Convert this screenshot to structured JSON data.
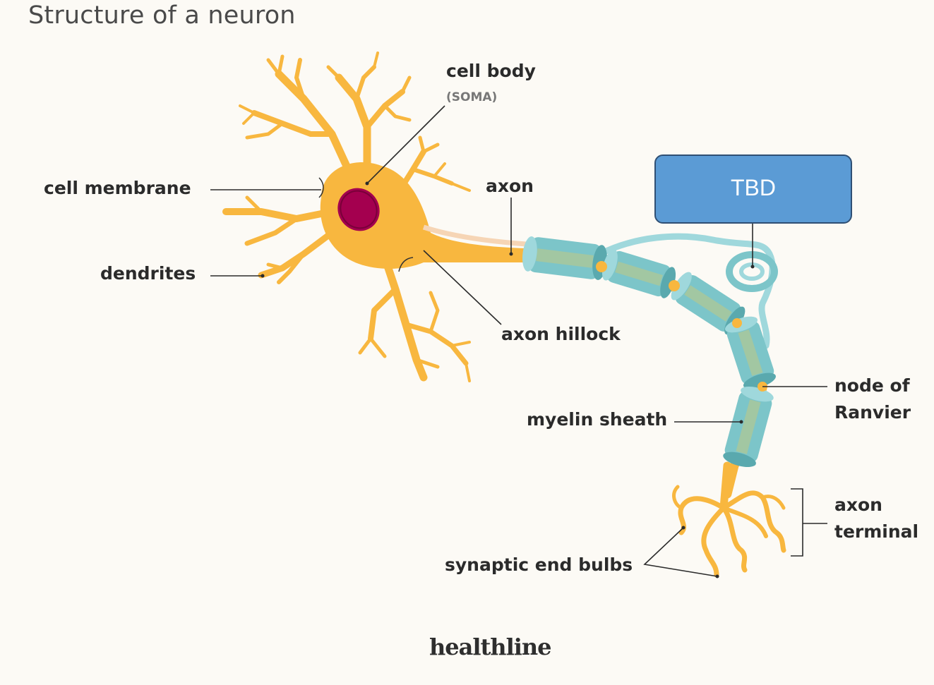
{
  "title": "Structure of a neuron",
  "labels": {
    "cell_body": "cell body",
    "soma": "(SOMA)",
    "cell_membrane": "cell membrane",
    "dendrites": "dendrites",
    "axon": "axon",
    "axon_hillock": "axon hillock",
    "node_of_ranvier_line1": "node of",
    "node_of_ranvier_line2": "Ranvier",
    "myelin_sheath": "myelin sheath",
    "axon_terminal_line1": "axon",
    "axon_terminal_line2": "terminal",
    "synaptic_end_bulbs": "synaptic end bulbs"
  },
  "placeholder_box": {
    "text": "TBD",
    "fill": "#5b9bd5"
  },
  "brand": "healthline",
  "colors": {
    "neuron": "#f8b73f",
    "nucleus": "#a4004f",
    "myelin": "#7cc5c9",
    "background": "#fcfaf5"
  }
}
